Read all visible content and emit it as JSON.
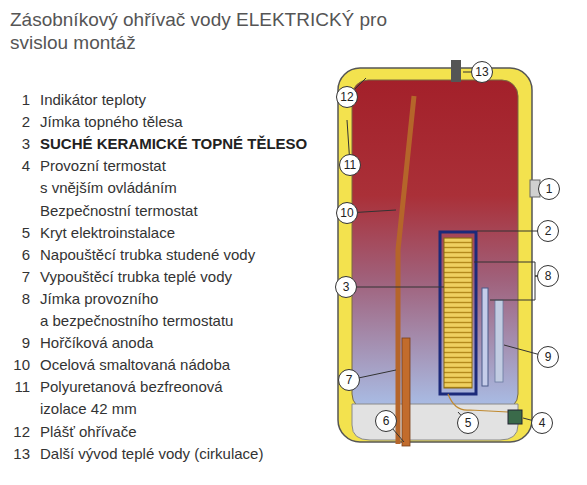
{
  "diagram": {
    "title": "Zásobníkový ohřívač vody ELEKTRICKÝ pro svislou montáž",
    "nodes": [
      {
        "text": [
          "13"
        ]
      },
      {
        "text": [
          "12"
        ]
      },
      {
        "text": [
          "11"
        ]
      },
      {
        "text": [
          "10"
        ]
      },
      {
        "text": [
          "1"
        ]
      },
      {
        "text": [
          "2"
        ]
      },
      {
        "text": [
          "8"
        ]
      },
      {
        "text": [
          "3"
        ]
      },
      {
        "text": [
          "9"
        ]
      },
      {
        "text": [
          "7"
        ]
      },
      {
        "text": [
          "6"
        ]
      },
      {
        "text": [
          "5"
        ]
      },
      {
        "text": [
          "4"
        ]
      }
    ],
    "labels": [
      "1",
      "Indikátor teploty",
      "2",
      "Jímka topného tělesa",
      "3",
      "SUCHÉ KERAMICKÉ TOPNÉ TĚLESO",
      "4",
      "Provozní termostat",
      "s vnějším ovládáním",
      "Bezpečnostní termostat",
      "5",
      "Kryt elektroinstalace",
      "6",
      "Napouštěcí trubka studené vody",
      "7",
      "Vypouštěcí trubka teplé vody",
      "8",
      "Jímka provozního",
      "a bezpečnostního termostatu",
      "9",
      "Hořčíková anoda",
      "10",
      "Ocelová smaltovaná nádoba",
      "11",
      "Polyuretanová bezfreonová",
      "izolace 42 mm",
      "12",
      "Plášť ohřívače",
      "13",
      "Další vývod teplé vody (cirkulace)"
    ]
  }
}
